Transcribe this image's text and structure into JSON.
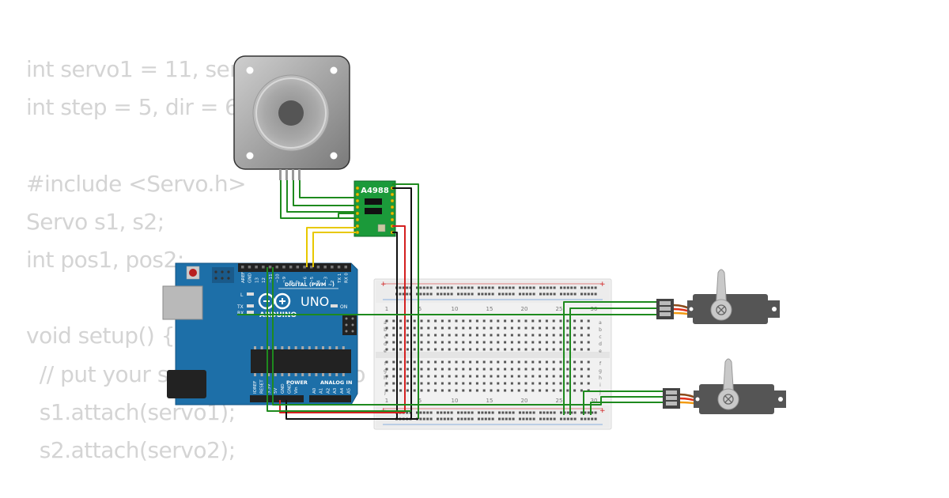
{
  "code_lines": [
    "int servo1 = 11, servo2 = 10;",
    "int step = 5, dir = 6;",
    "",
    "#include <Servo.h>",
    "Servo s1, s2;",
    "int pos1, pos2;",
    "",
    "void setup() {",
    "  // put your setup code here, to run once:",
    "  s1.attach(servo1);",
    "  s2.attach(servo2);"
  ],
  "driver": {
    "label": "A4988"
  },
  "arduino": {
    "model": "UNO",
    "brand": "ARDUINO",
    "digital_label": "DIGITAL (PWM ~)",
    "power_label": "POWER",
    "analog_label": "ANALOG IN",
    "on_label": "ON",
    "led_labels": [
      "L",
      "TX",
      "RX"
    ],
    "top_pins": [
      "AREF",
      "GND",
      "13",
      "12",
      "~11",
      "~10",
      "~9",
      "8",
      "7",
      "~6",
      "~5",
      "4",
      "~3",
      "2",
      "TX 1",
      "RX 0"
    ],
    "power_pins": [
      "IOREF",
      "RESET",
      "3.3V",
      "5V",
      "GND",
      "GND",
      "Vin"
    ],
    "analog_pins": [
      "A0",
      "A1",
      "A2",
      "A3",
      "A4",
      "A5"
    ]
  },
  "breadboard": {
    "column_numbers": [
      "1",
      "5",
      "10",
      "15",
      "20",
      "25",
      "30"
    ],
    "row_letters_top": [
      "a",
      "b",
      "c",
      "d",
      "e"
    ],
    "row_letters_bottom": [
      "f",
      "g",
      "h",
      "i",
      "j"
    ]
  },
  "colors": {
    "wire_green": "#1e8a1e",
    "wire_red": "#d42020",
    "wire_black": "#111111",
    "wire_yellow": "#e8c800",
    "board_blue": "#1d6fa8",
    "driver_green": "#1b9a3a",
    "code_text": "#d4d4d4"
  }
}
